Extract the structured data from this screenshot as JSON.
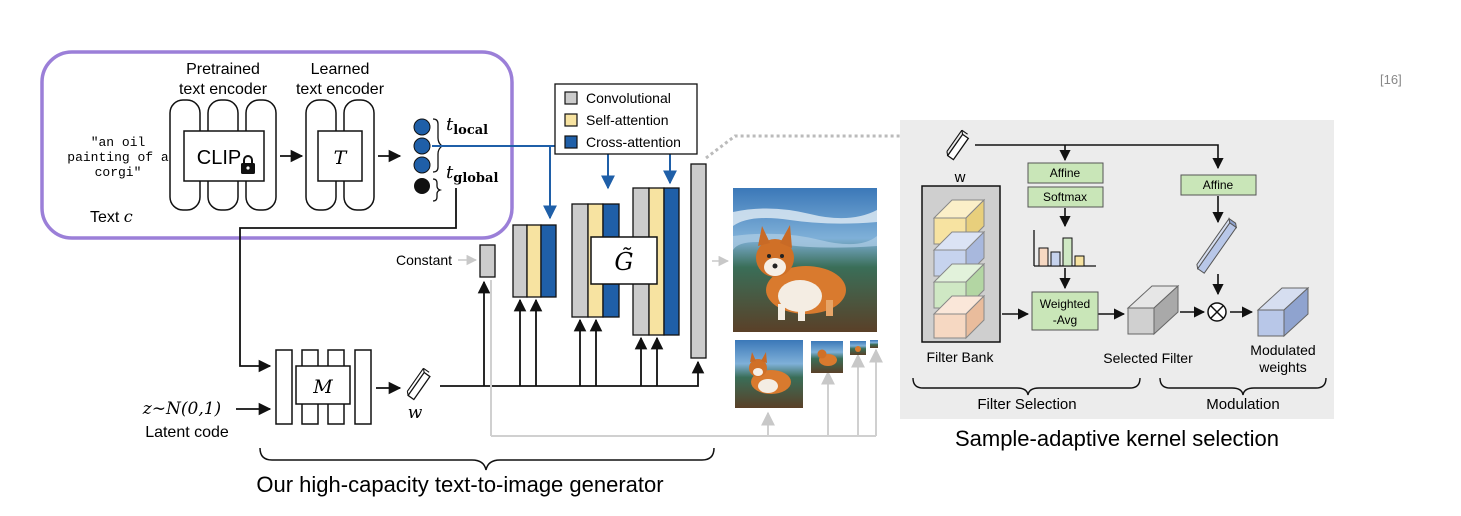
{
  "citation": "[16]",
  "text_encoder_panel": {
    "prompt_lines": [
      "\"an oil",
      "painting of a",
      "corgi\""
    ],
    "text_label": "Text",
    "text_symbol": "c",
    "pretrained_label_1": "Pretrained",
    "pretrained_label_2": "text encoder",
    "clip_label": "CLIP",
    "learned_label_1": "Learned",
    "learned_label_2": "text encoder",
    "t_label": "T",
    "t_local_base": "t",
    "t_local_sub": "local",
    "t_global_base": "t",
    "t_global_sub": "global"
  },
  "legend": {
    "items": [
      {
        "label": "Convolutional",
        "color": "#cccccc"
      },
      {
        "label": "Self-attention",
        "color": "#f7e3a1"
      },
      {
        "label": "Cross-attention",
        "color": "#1f5fa8"
      }
    ]
  },
  "generator": {
    "constant_label": "Constant",
    "g_label": "G̃",
    "mapping_label": "M",
    "w_label": "w",
    "latent_formula": "z∼N(0,1)",
    "latent_label": "Latent code",
    "caption": "Our high-capacity text-to-image generator"
  },
  "kernel_selection": {
    "w_label": "w",
    "affine_1": "Affine",
    "softmax": "Softmax",
    "affine_2": "Affine",
    "weighted_avg_1": "Weighted",
    "weighted_avg_2": "-Avg",
    "filter_bank": "Filter Bank",
    "selected_filter": "Selected Filter",
    "modulated_1": "Modulated",
    "modulated_2": "weights",
    "filter_selection": "Filter Selection",
    "modulation": "Modulation",
    "caption": "Sample-adaptive kernel selection"
  },
  "colors": {
    "panel_border": "#9b7fd8",
    "cross_attention": "#1f5fa8",
    "self_attention": "#f7e3a1",
    "convolutional": "#cccccc",
    "green_box": "#c9e6b8",
    "kernel_panel_bg": "#ececec"
  }
}
